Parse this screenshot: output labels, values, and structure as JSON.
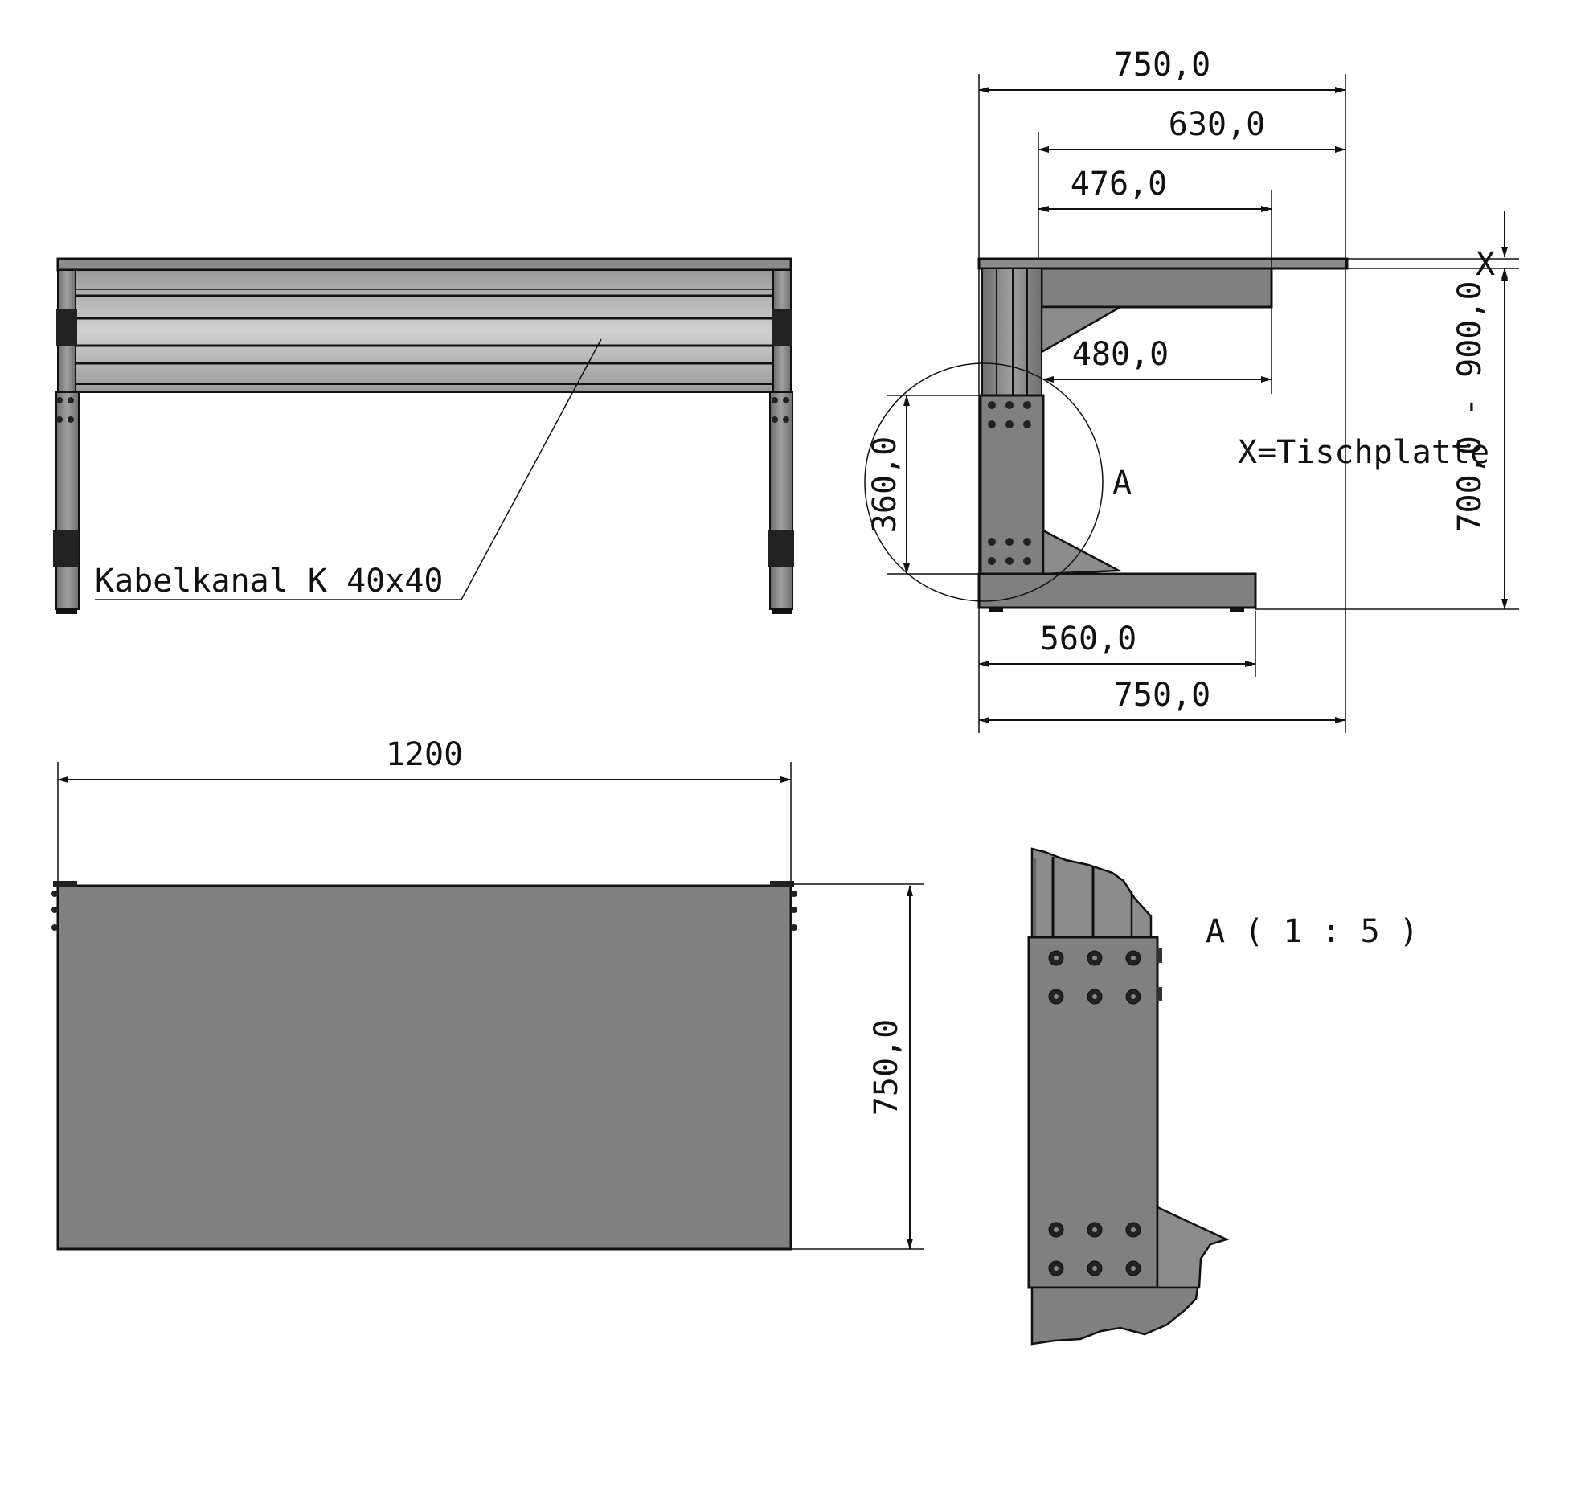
{
  "labels": {
    "cable_channel": "Kabelkanal K 40x40",
    "tabletop_note": "X=Tischplatte",
    "x_marker": "X",
    "detail_marker": "A",
    "detail_title": "A ( 1 : 5 )"
  },
  "dimensions": {
    "side_top_total": "750,0",
    "side_top_630": "630,0",
    "side_top_476": "476,0",
    "side_480": "480,0",
    "side_360": "360,0",
    "side_height_range": "700,0 - 900,0",
    "side_base_560": "560,0",
    "side_base_750": "750,0",
    "top_width": "1200",
    "top_depth": "750,0"
  },
  "colors": {
    "line": "#111111",
    "surface_dark": "#808080",
    "surface_mid": "#8c8c8c",
    "surface_light": "#bdbdbd",
    "background": "#ffffff"
  }
}
